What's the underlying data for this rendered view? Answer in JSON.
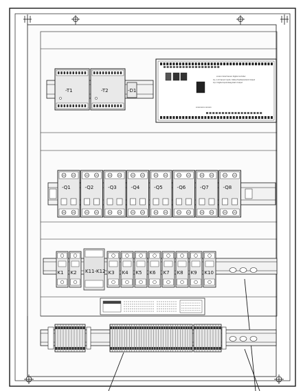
{
  "transformers": [
    {
      "label": "-T1"
    },
    {
      "label": "-T2"
    }
  ],
  "small_module_label": "-D1",
  "controller": {
    "title_lines": [
      "xxxxxx Smart Sensor Digital Controller",
      "Inp. 1-10 Sensor Inputs / Status Feedback/Alarm Output",
      "Inp 1 Digital Inputs Relay/Alarm Output"
    ],
    "footer_text": "xxxxxxxxxx xxxxxxx"
  },
  "breakers": [
    {
      "label": "-Q1"
    },
    {
      "label": "-Q2"
    },
    {
      "label": "-Q3"
    },
    {
      "label": "-Q4"
    },
    {
      "label": "-Q5"
    },
    {
      "label": "-Q6"
    },
    {
      "label": "-Q7"
    },
    {
      "label": "-Q8"
    }
  ],
  "relays_left": [
    {
      "label": "K1"
    },
    {
      "label": "K2"
    }
  ],
  "relay_block_label": "K11-K12",
  "relays_right": [
    {
      "label": "K3"
    },
    {
      "label": "K4"
    },
    {
      "label": "K5"
    },
    {
      "label": "K6"
    },
    {
      "label": "K7"
    },
    {
      "label": "K8"
    },
    {
      "label": "K9"
    },
    {
      "label": "K10"
    }
  ],
  "colors": {
    "line": "#1a1a1a",
    "bg": "#ffffff",
    "panel": "#fbfbfb",
    "component": "#e9e9e9"
  }
}
